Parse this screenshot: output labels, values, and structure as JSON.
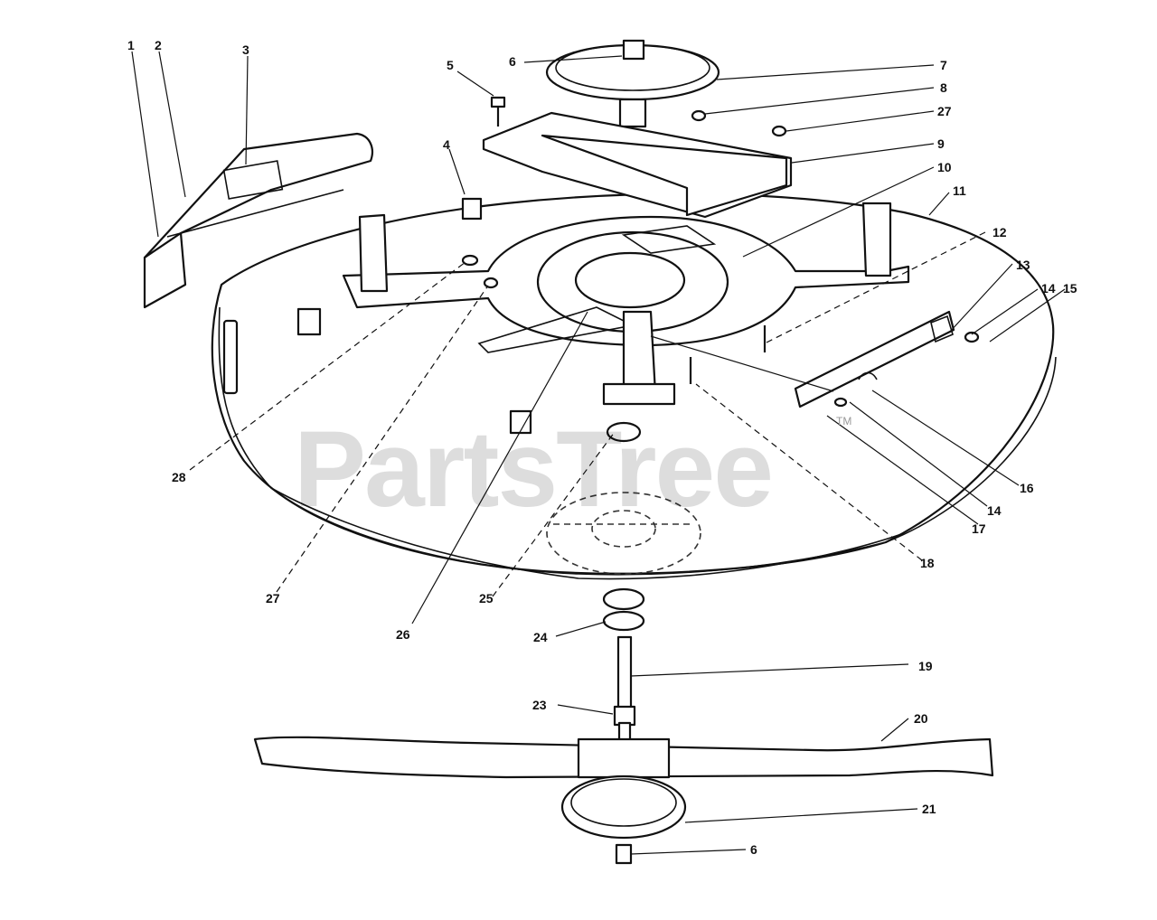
{
  "watermark": {
    "brand": "PartsTree",
    "trademark": "TM"
  },
  "callouts": {
    "c1": "1",
    "c2": "2",
    "c3": "3",
    "c4": "4",
    "c5": "5",
    "c6_top": "6",
    "c6_bottom": "6",
    "c7": "7",
    "c8": "8",
    "c9": "9",
    "c10": "10",
    "c11": "11",
    "c12": "12",
    "c13": "13",
    "c14_upper": "14",
    "c14_lower": "14",
    "c15": "15",
    "c16": "16",
    "c17": "17",
    "c18": "18",
    "c19": "19",
    "c20": "20",
    "c21": "21",
    "c23": "23",
    "c24": "24",
    "c25": "25",
    "c26": "26",
    "c27_upper": "27",
    "c27_lower": "27",
    "c28": "28"
  }
}
